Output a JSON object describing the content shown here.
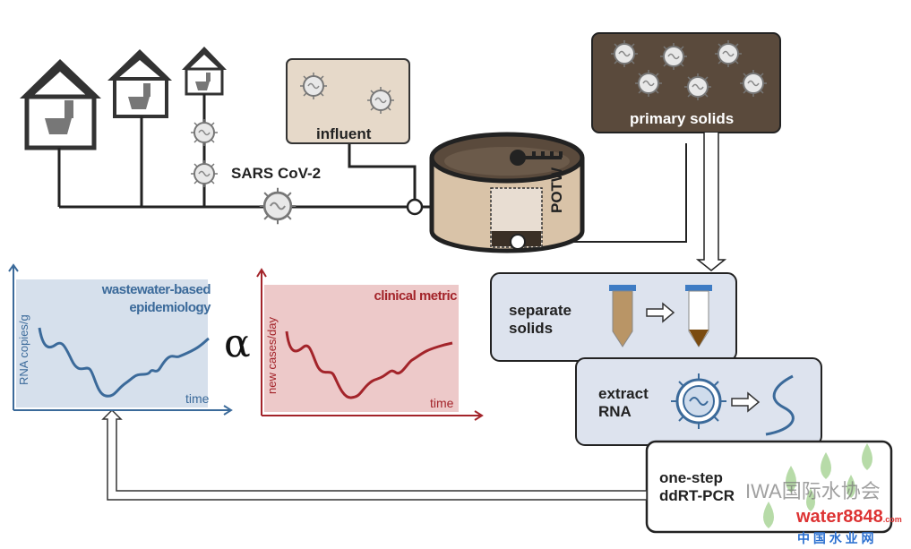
{
  "labels": {
    "virus": "SARS CoV-2",
    "influent": "influent",
    "potw": "POTW",
    "primary_solids": "primary solids",
    "separate_solids": [
      "separate",
      "solids"
    ],
    "extract_rna": [
      "extract",
      "RNA"
    ],
    "ddpcr": [
      "one-step",
      "ddRT-PCR"
    ],
    "proportional": "α"
  },
  "charts": {
    "wbe": {
      "title": [
        "wastewater-based",
        "epidemiology"
      ],
      "ylabel": "RNA copies/g",
      "xlabel": "time"
    },
    "clinical": {
      "title": "clinical metric",
      "ylabel": "new cases/day",
      "xlabel": "time"
    }
  },
  "watermark": {
    "text": "IWA国际水协会",
    "brand": "water8848",
    "brand_suffix": ".com",
    "sub": "中 国 水 业 网"
  },
  "colors": {
    "wbe": "#3b6a9a",
    "wbe_fill": "#d6e0ec",
    "clinical": "#a3242a",
    "clinical_fill": "#edc9c9",
    "solids": "#5a4a3c",
    "influent_fill": "#e6d9c9",
    "tank": "#d9c3a8",
    "box_fill": "#dde3ee"
  }
}
